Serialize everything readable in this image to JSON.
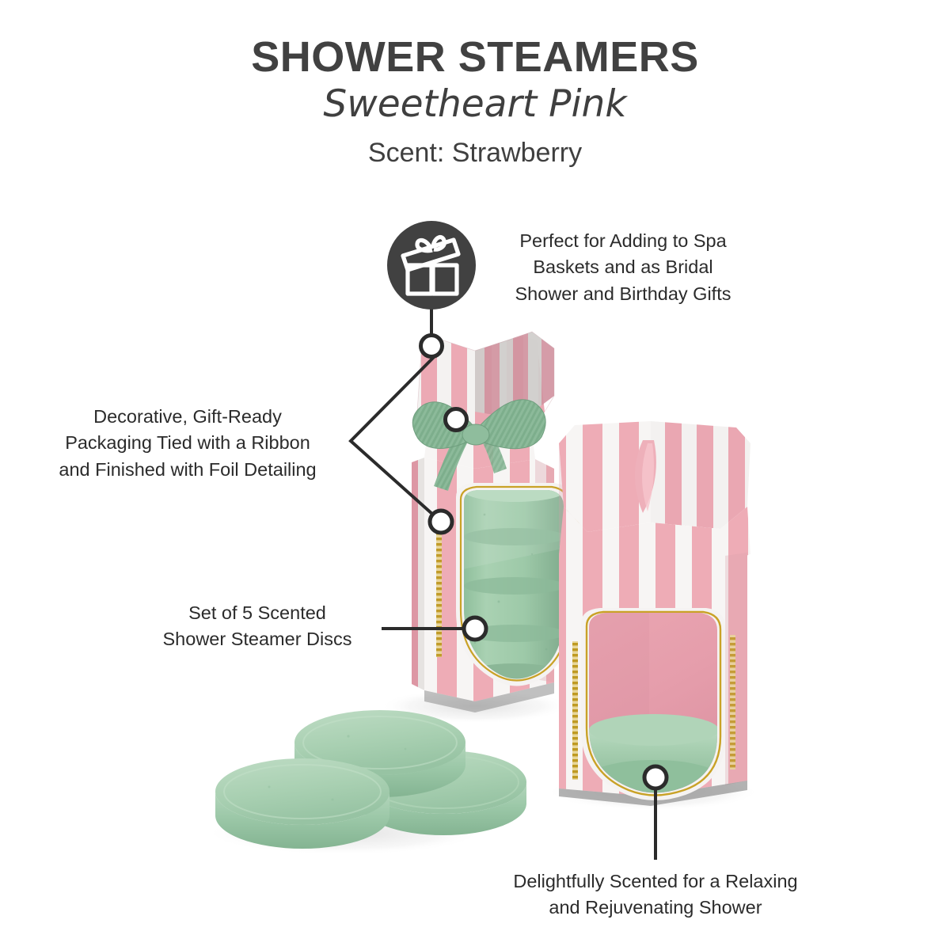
{
  "header": {
    "title": "SHOWER STEAMERS",
    "subtitle": "Sweetheart Pink",
    "scent": "Scent: Strawberry"
  },
  "callouts": [
    {
      "id": "gift-use",
      "icon": "gift-icon",
      "text": "Perfect for Adding to Spa\nBaskets and as Bridal\nShower and Birthday Gifts",
      "position": "top-right"
    },
    {
      "id": "packaging",
      "text": "Decorative, Gift-Ready\nPackaging Tied with a Ribbon\nand Finished with Foil Detailing",
      "position": "left"
    },
    {
      "id": "quantity",
      "text": "Set of 5 Scented\nShower Steamer Discs",
      "position": "mid-left"
    },
    {
      "id": "fragrance",
      "text": "Delightfully Scented for a Relaxing\nand Rejuvenating Shower",
      "position": "bottom"
    }
  ],
  "product": {
    "name": "Shower Steamers Sweetheart Pink",
    "disc_count_visible_loose": 3,
    "disc_count_in_rear_box": 4,
    "boxes": [
      {
        "id": "rear-box",
        "has_ribbon": true,
        "ribbon_color": "#8cb99a",
        "window_contents": "stacked-green-discs"
      },
      {
        "id": "front-box",
        "has_ribbon": false,
        "window_contents": "single-green-disc"
      }
    ]
  },
  "colors": {
    "heading": "#414141",
    "body_text": "#2b2b2b",
    "stripe_pink": "#edaab4",
    "stripe_pink_shade": "#d98c9c",
    "stripe_white": "#f7f5f4",
    "stripe_grey": "#cfcdcb",
    "disc_green": "#9ec8a9",
    "disc_green_light": "#b6d6bd",
    "disc_green_dark": "#7ba888",
    "ribbon_green": "#8cb99a",
    "foil_gold": "#c9a227",
    "icon_dark": "#414141",
    "connector": "#2b2b2b",
    "background": "#ffffff"
  },
  "icons": {
    "gift": "gift-icon"
  }
}
